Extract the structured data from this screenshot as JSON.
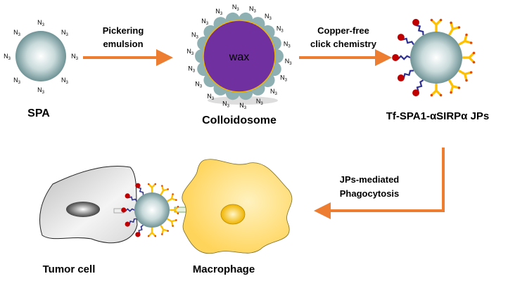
{
  "azide": {
    "symbol": "N",
    "subscript": "3"
  },
  "spa": {
    "label": "SPA"
  },
  "step1": {
    "line1": "Pickering",
    "line2": "emulsion"
  },
  "colloidosome": {
    "core_label": "wax",
    "label": "Colloidosome"
  },
  "step2": {
    "line1": "Copper-free",
    "line2": "click chemistry"
  },
  "jp": {
    "label": "Tf-SPA1-αSIRPα JPs"
  },
  "step3": {
    "line1": "JPs-mediated",
    "line2": "Phagocytosis"
  },
  "tumor": {
    "label": "Tumor cell"
  },
  "macrophage": {
    "label": "Macrophage"
  },
  "colors": {
    "arrow": "#ED7D31",
    "wax": "#7030A0",
    "wax_border": "#F0B400",
    "particle": "#8FB0B3",
    "linker_blue": "#2E3192",
    "tf_red": "#C00000",
    "antibody_yellow": "#FFC000",
    "macrophage": "#FFD966",
    "tumor": "#D0D0D0"
  }
}
